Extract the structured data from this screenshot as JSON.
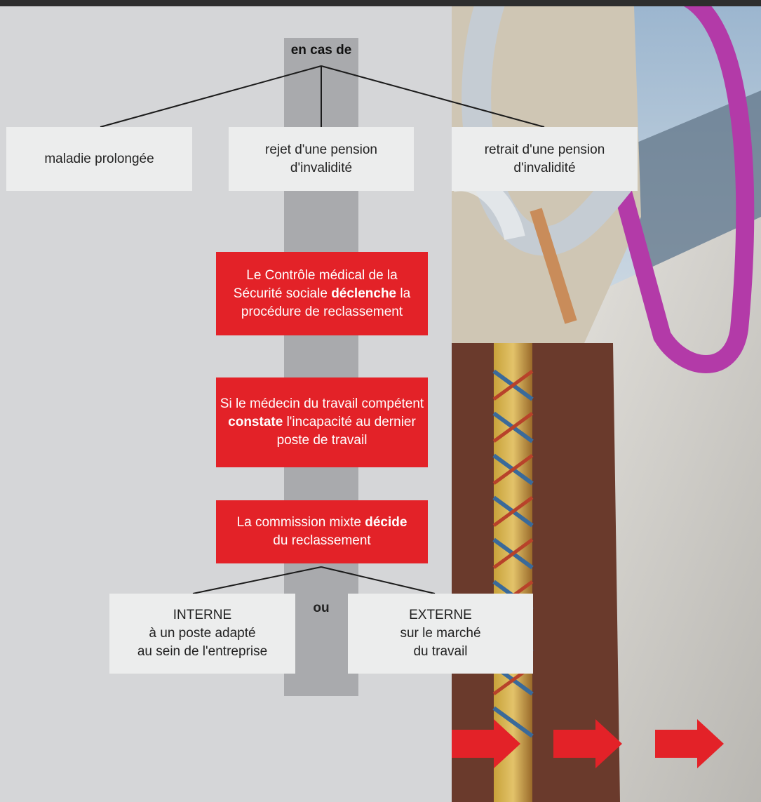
{
  "diagram": {
    "header": "en cas de",
    "conditions": [
      {
        "label": "maladie prolongée"
      },
      {
        "label": "rejet d'une pension\nd'invalidité"
      },
      {
        "label": "retrait d'une pension\nd'invalidité"
      }
    ],
    "steps": [
      {
        "before": "Le Contrôle médical de la Sécurité sociale ",
        "bold": "déclenche",
        "after": " la procédure de reclassement"
      },
      {
        "before": "Si le médecin du travail compétent ",
        "bold": "constate",
        "after": " l'incapacité au dernier poste de travail"
      },
      {
        "before": "La commission mixte ",
        "bold": "décide",
        "after": " du reclassement"
      }
    ],
    "outcomes": [
      {
        "label": "INTERNE\nà un poste adapté\nau sein de l'entreprise"
      },
      {
        "label": "EXTERNE\nsur le marché\ndu travail"
      }
    ],
    "connector": "ou"
  },
  "colors": {
    "accent_red": "#e32228",
    "panel_grey": "#d5d6d8",
    "spine_grey": "#a9aaad",
    "box_grey": "#eceded",
    "top_bar": "#2e2e2e"
  },
  "photo": {
    "subject": "climbing-carabiner-photo",
    "arrows_icon": "right-arrow-icon",
    "arrow_count": 3
  }
}
